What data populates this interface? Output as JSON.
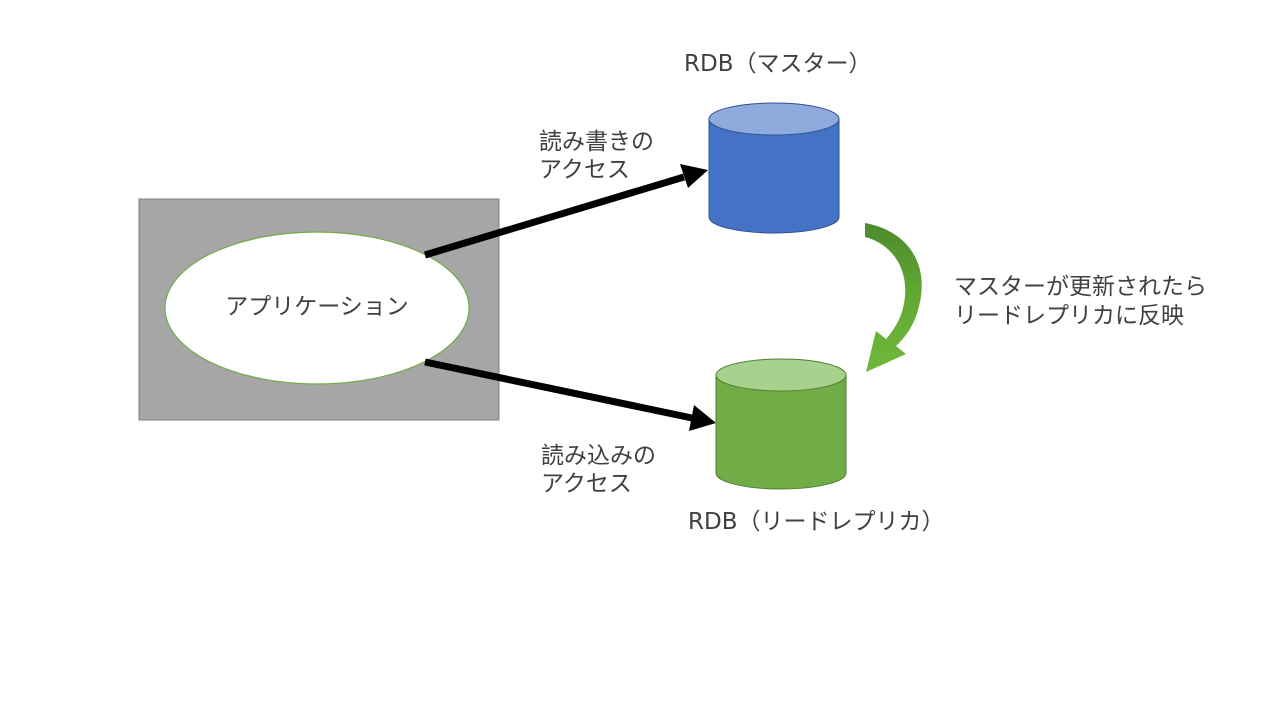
{
  "app": {
    "label": "アプリケーション"
  },
  "master": {
    "title": "RDB（マスター）"
  },
  "replica": {
    "title": "RDB（リードレプリカ）"
  },
  "edges": {
    "write": {
      "line1": "読み書きの",
      "line2": "アクセス"
    },
    "read": {
      "line1": "読み込みの",
      "line2": "アクセス"
    }
  },
  "sync": {
    "line1": "マスターが更新されたら",
    "line2": "リードレプリカに反映"
  },
  "colors": {
    "app_box": "#a6a6a6",
    "app_ellipse": "#ffffff",
    "ellipse_border": "#70ad47",
    "master_body": "#4472c4",
    "master_top": "#8faadc",
    "replica_body": "#70ad47",
    "replica_top": "#a9d18e",
    "arrow": "#000000",
    "sync_arrow": "#5fa02f"
  }
}
